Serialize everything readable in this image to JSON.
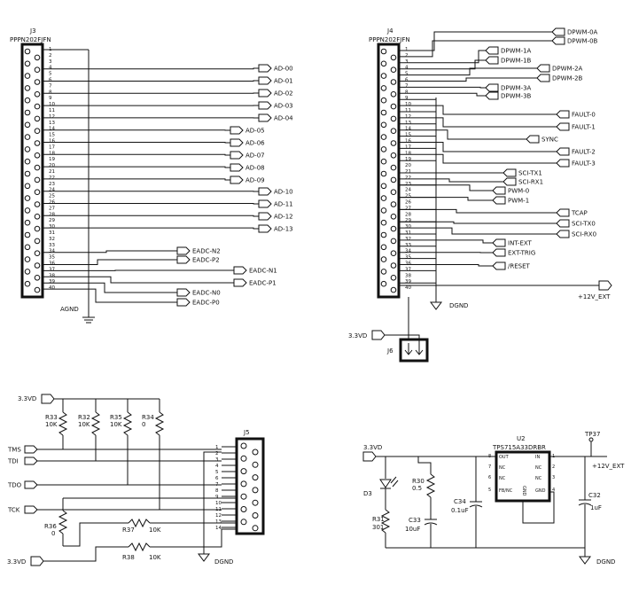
{
  "j3": {
    "ref": "J3",
    "part": "PPPN202FJFN",
    "pins": [
      "1",
      "2",
      "3",
      "4",
      "5",
      "6",
      "7",
      "8",
      "9",
      "10",
      "11",
      "12",
      "13",
      "14",
      "15",
      "16",
      "17",
      "18",
      "19",
      "20",
      "21",
      "22",
      "23",
      "24",
      "25",
      "26",
      "27",
      "28",
      "29",
      "30",
      "31",
      "32",
      "33",
      "34",
      "35",
      "36",
      "37",
      "38",
      "39",
      "40"
    ],
    "ground_label": "AGND",
    "nets": [
      {
        "name": "AD-00",
        "pin": 4
      },
      {
        "name": "AD-01",
        "pin": 6
      },
      {
        "name": "AD-02",
        "pin": 8
      },
      {
        "name": "AD-03",
        "pin": 10
      },
      {
        "name": "AD-04",
        "pin": 12
      },
      {
        "name": "AD-05",
        "pin": 14
      },
      {
        "name": "AD-06",
        "pin": 16
      },
      {
        "name": "AD-07",
        "pin": 18
      },
      {
        "name": "AD-08",
        "pin": 20
      },
      {
        "name": "AD-09",
        "pin": 22
      },
      {
        "name": "AD-10",
        "pin": 24
      },
      {
        "name": "AD-11",
        "pin": 26
      },
      {
        "name": "AD-12",
        "pin": 28
      },
      {
        "name": "AD-13",
        "pin": 30
      },
      {
        "name": "EADC-N2",
        "pin": 34
      },
      {
        "name": "EADC-P2",
        "pin": 36
      },
      {
        "name": "EADC-N1",
        "pin": 37
      },
      {
        "name": "EADC-P1",
        "pin": 38
      },
      {
        "name": "EADC-N0",
        "pin": 39
      },
      {
        "name": "EADC-P0",
        "pin": 40
      }
    ]
  },
  "j4": {
    "ref": "J4",
    "part": "PPPN202FJFN",
    "pins": [
      "1",
      "2",
      "3",
      "4",
      "5",
      "6",
      "7",
      "8",
      "9",
      "10",
      "11",
      "12",
      "13",
      "14",
      "15",
      "16",
      "17",
      "18",
      "19",
      "20",
      "21",
      "22",
      "23",
      "24",
      "25",
      "26",
      "27",
      "28",
      "29",
      "30",
      "31",
      "32",
      "33",
      "34",
      "35",
      "36",
      "37",
      "38",
      "39",
      "40"
    ],
    "ground_label": "DGND",
    "supply_label": "+12V_EXT",
    "nets": [
      {
        "name": "DPWM-0A",
        "pin": 1
      },
      {
        "name": "DPWM-0B",
        "pin": 2
      },
      {
        "name": "DPWM-1A",
        "pin": 3
      },
      {
        "name": "DPWM-1B",
        "pin": 4
      },
      {
        "name": "DPWM-2A",
        "pin": 5
      },
      {
        "name": "DPWM-2B",
        "pin": 6
      },
      {
        "name": "DPWM-3A",
        "pin": 7
      },
      {
        "name": "DPWM-3B",
        "pin": 8
      },
      {
        "name": "FAULT-0",
        "pin": 10
      },
      {
        "name": "FAULT-1",
        "pin": 12
      },
      {
        "name": "SYNC",
        "pin": 14
      },
      {
        "name": "FAULT-2",
        "pin": 16
      },
      {
        "name": "FAULT-3",
        "pin": 18
      },
      {
        "name": "SCI-TX1",
        "pin": 21
      },
      {
        "name": "SCI-RX1",
        "pin": 22
      },
      {
        "name": "PWM-0",
        "pin": 23
      },
      {
        "name": "PWM-1",
        "pin": 25
      },
      {
        "name": "TCAP",
        "pin": 27
      },
      {
        "name": "SCI-TX0",
        "pin": 29
      },
      {
        "name": "SCI-RX0",
        "pin": 30
      },
      {
        "name": "INT-EXT",
        "pin": 32
      },
      {
        "name": "EXT-TRIG",
        "pin": 34
      },
      {
        "name": "/RESET",
        "pin": 36
      }
    ]
  },
  "j6": {
    "ref": "J6",
    "supply_label": "3.3VD"
  },
  "jtag": {
    "supply_label": "3.3VD",
    "supply_label_bottom": "3.3VD",
    "ground_label": "DGND",
    "connector": {
      "ref": "J5",
      "pins": [
        "1",
        "2",
        "3",
        "4",
        "5",
        "6",
        "7",
        "8",
        "9",
        "10",
        "11",
        "12",
        "13",
        "14"
      ]
    },
    "signals": [
      "TMS",
      "TDI",
      "TDO",
      "TCK"
    ],
    "resistors": [
      {
        "ref": "R33",
        "value": "10K"
      },
      {
        "ref": "R32",
        "value": "10K"
      },
      {
        "ref": "R35",
        "value": "10K"
      },
      {
        "ref": "R34",
        "value": "0"
      },
      {
        "ref": "R36",
        "value": "0"
      },
      {
        "ref": "R37",
        "value": "10K"
      },
      {
        "ref": "R38",
        "value": "10K"
      }
    ]
  },
  "regulator": {
    "input_label": "3.3VD",
    "output_label": "+12V_EXT",
    "ground_label": "DGND",
    "ic": {
      "ref": "U2",
      "part": "TPS715A33DRBR",
      "part_vertical": "GND",
      "pin_labels": [
        "OUT",
        "NC",
        "NC",
        "FB/NC",
        "IN",
        "NC",
        "NC",
        "GND"
      ],
      "pin_numbers": [
        "8",
        "7",
        "6",
        "5",
        "1",
        "2",
        "3",
        "4"
      ]
    },
    "testpoint": "TP37",
    "diode": "D3",
    "resistors": [
      {
        "ref": "R30",
        "value": "0.5"
      },
      {
        "ref": "R31",
        "value": "301"
      }
    ],
    "capacitors": [
      {
        "ref": "C34",
        "value": "0.1uF"
      },
      {
        "ref": "C33",
        "value": "10uF"
      },
      {
        "ref": "C32",
        "value": "1uF"
      }
    ]
  }
}
